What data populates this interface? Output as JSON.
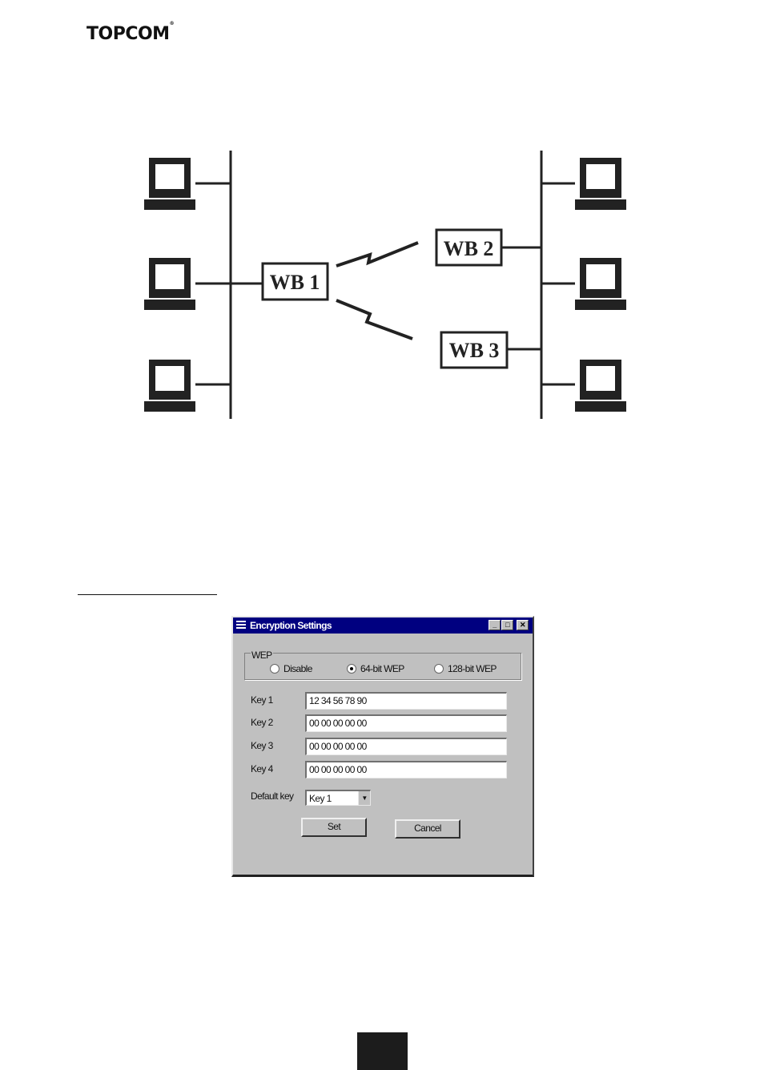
{
  "brand": {
    "logo_text": "TOPCOM"
  },
  "diagram": {
    "nodes": [
      "WB 1",
      "WB 2",
      "WB 3"
    ]
  },
  "dialog": {
    "title": "Encryption Settings",
    "title_buttons": [
      "minimize",
      "maximize",
      "close"
    ],
    "wep": {
      "legend": "WEP",
      "options": [
        "Disable",
        "64-bit WEP",
        "128-bit WEP"
      ],
      "selected": "64-bit WEP"
    },
    "keys": [
      {
        "label": "Key 1",
        "value": "12 34 56 78 90"
      },
      {
        "label": "Key 2",
        "value": "00 00 00 00 00"
      },
      {
        "label": "Key 3",
        "value": "00 00 00 00 00"
      },
      {
        "label": "Key 4",
        "value": "00 00 00 00 00"
      }
    ],
    "default_key": {
      "label": "Default key",
      "value": "Key 1"
    },
    "buttons": {
      "set": "Set",
      "cancel": "Cancel"
    }
  },
  "colors": {
    "titlebar": "#000080",
    "dialog_bg": "#c0c0c0",
    "page_tab": "#1c1c1c"
  }
}
